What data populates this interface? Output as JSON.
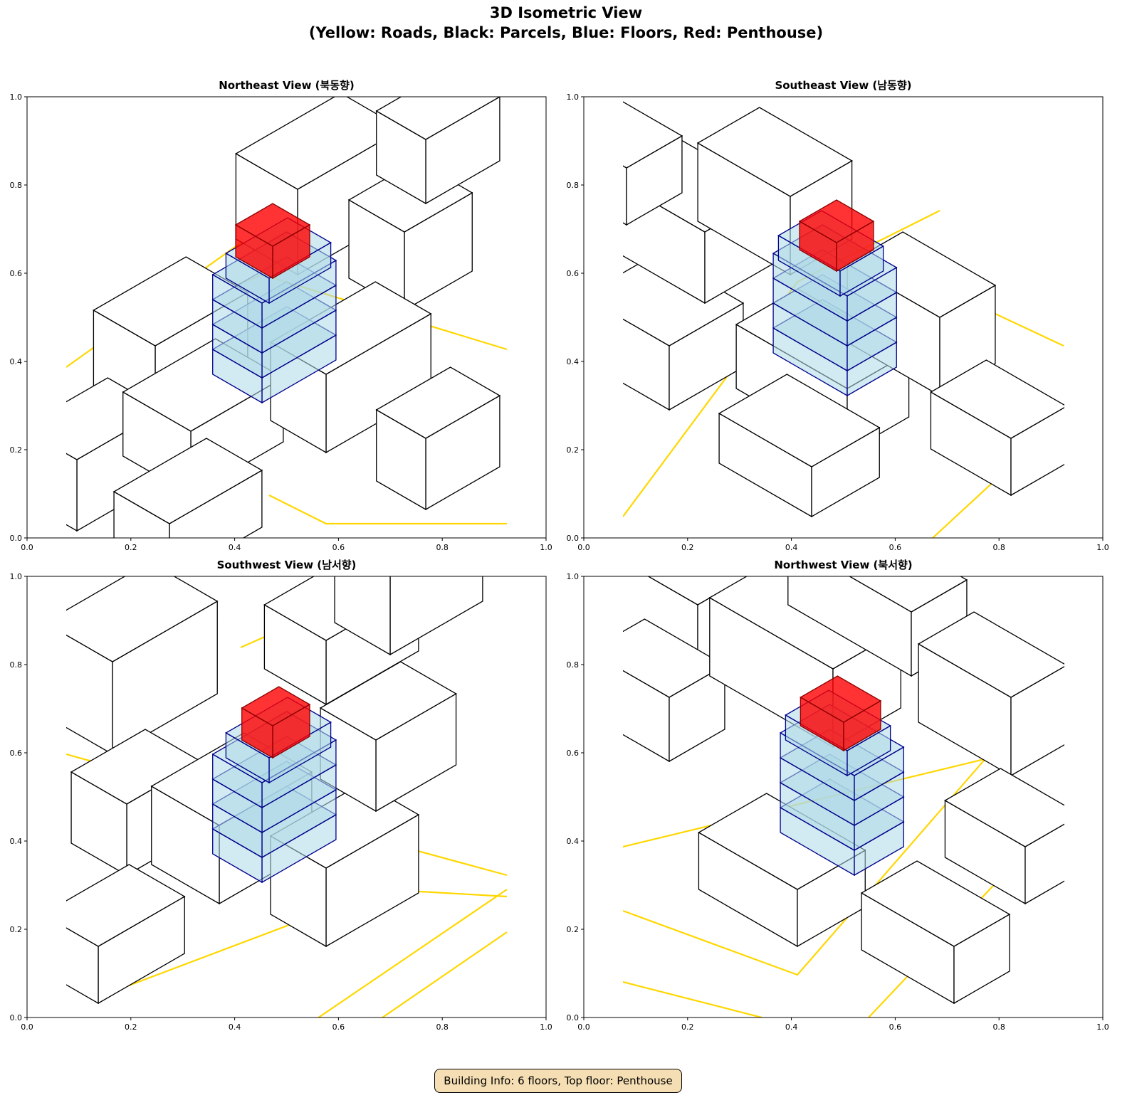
{
  "title_line1": "3D Isometric View",
  "title_line2": "(Yellow: Roads, Black: Parcels, Blue: Floors, Red: Penthouse)",
  "info_box": "Building Info: 6 floors, Top floor: Penthouse",
  "colors": {
    "road": "#FFD700",
    "parcel": "#000000",
    "floor": "#ADD8E6",
    "floor_edge": "#00008B",
    "penthouse": "#FF0000"
  },
  "chart_data": [
    {
      "type": "3d-isometric",
      "title": "Northeast View (북동향)",
      "xlim": [
        0,
        1
      ],
      "ylim": [
        0,
        1
      ],
      "ticks": [
        "0.0",
        "0.2",
        "0.4",
        "0.6",
        "0.8",
        "1.0"
      ],
      "floors": 6
    },
    {
      "type": "3d-isometric",
      "title": "Southeast View (남동향)",
      "xlim": [
        0,
        1
      ],
      "ylim": [
        0,
        1
      ],
      "ticks": [
        "0.0",
        "0.2",
        "0.4",
        "0.6",
        "0.8",
        "1.0"
      ],
      "floors": 6
    },
    {
      "type": "3d-isometric",
      "title": "Southwest View (남서향)",
      "xlim": [
        0,
        1
      ],
      "ylim": [
        0,
        1
      ],
      "ticks": [
        "0.0",
        "0.2",
        "0.4",
        "0.6",
        "0.8",
        "1.0"
      ],
      "floors": 6
    },
    {
      "type": "3d-isometric",
      "title": "Northwest View (북서향)",
      "xlim": [
        0,
        1
      ],
      "ylim": [
        0,
        1
      ],
      "ticks": [
        "0.0",
        "0.2",
        "0.4",
        "0.6",
        "0.8",
        "1.0"
      ],
      "floors": 6
    }
  ]
}
